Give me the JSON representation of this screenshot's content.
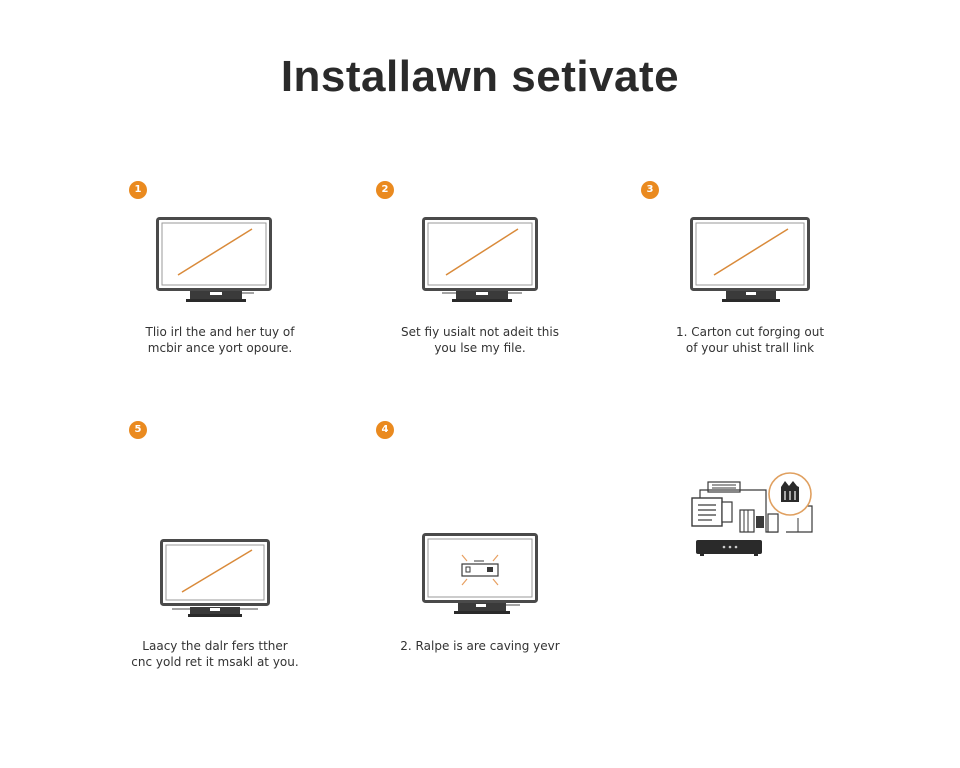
{
  "page": {
    "title": "Installawn setivate"
  },
  "colors": {
    "accent": "#ea8a1f",
    "monitor_frame": "#4a4a4a",
    "screen_line": "#d98a3a",
    "text": "#2a2a2a"
  },
  "steps": [
    {
      "badge": "1",
      "icon": "monitor-diagonal-icon",
      "caption_lines": [
        "Tlio irl the and her tuy of",
        "mcbir ance yort opoure."
      ]
    },
    {
      "badge": "2",
      "icon": "monitor-diagonal-icon",
      "caption_lines": [
        "Set fiy usialt not adeit this",
        "you lse my file."
      ]
    },
    {
      "badge": "3",
      "icon": "monitor-diagonal-icon",
      "caption_lines": [
        "1. Carton cut forging out",
        "of your uhist trall link"
      ]
    },
    {
      "badge": "5",
      "icon": "monitor-diagonal-icon",
      "caption_lines": [
        "Laacy the dalr fers tther",
        "cnc yold ret it msakl at you."
      ]
    },
    {
      "badge": "4",
      "icon": "monitor-device-icon",
      "caption_lines": [
        "2. Ralpe is are caving yevr"
      ]
    }
  ],
  "illustration": {
    "icon": "devices-connection-icon"
  }
}
